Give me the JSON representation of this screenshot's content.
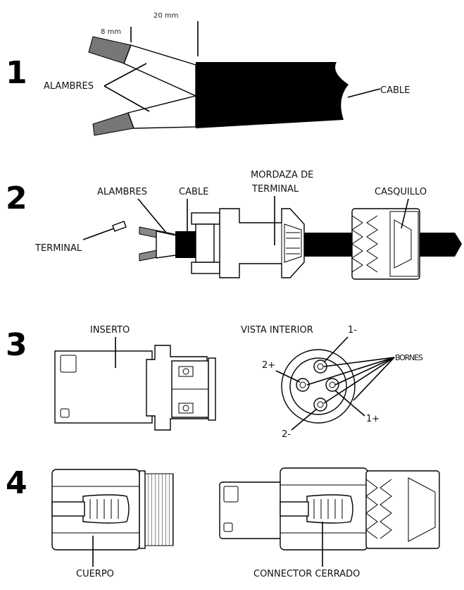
{
  "steps": [
    "1",
    "2",
    "3",
    "4"
  ],
  "labels": {
    "s1_dim_20": "20 mm",
    "s1_dim_8": "8 mm",
    "s1_alambres": "ALAMBRES",
    "s1_cable": "CABLE",
    "s2_alambres": "ALAMBRES",
    "s2_cable": "CABLE",
    "s2_mordaza_1": "MORDAZA DE",
    "s2_mordaza_2": "TERMINAL",
    "s2_casquillo": "CASQUILLO",
    "s2_terminal": "TERMINAL",
    "s3_inserto": "INSERTO",
    "s3_vista": "VISTA INTERIOR",
    "s3_p1m": "1-",
    "s3_p2p": "2+",
    "s3_bornes": "BORNES",
    "s3_p1p": "1+",
    "s3_p2m": "2-",
    "s4_cuerpo": "CUERPO",
    "s4_cerrado": "CONNECTOR CERRADO"
  }
}
